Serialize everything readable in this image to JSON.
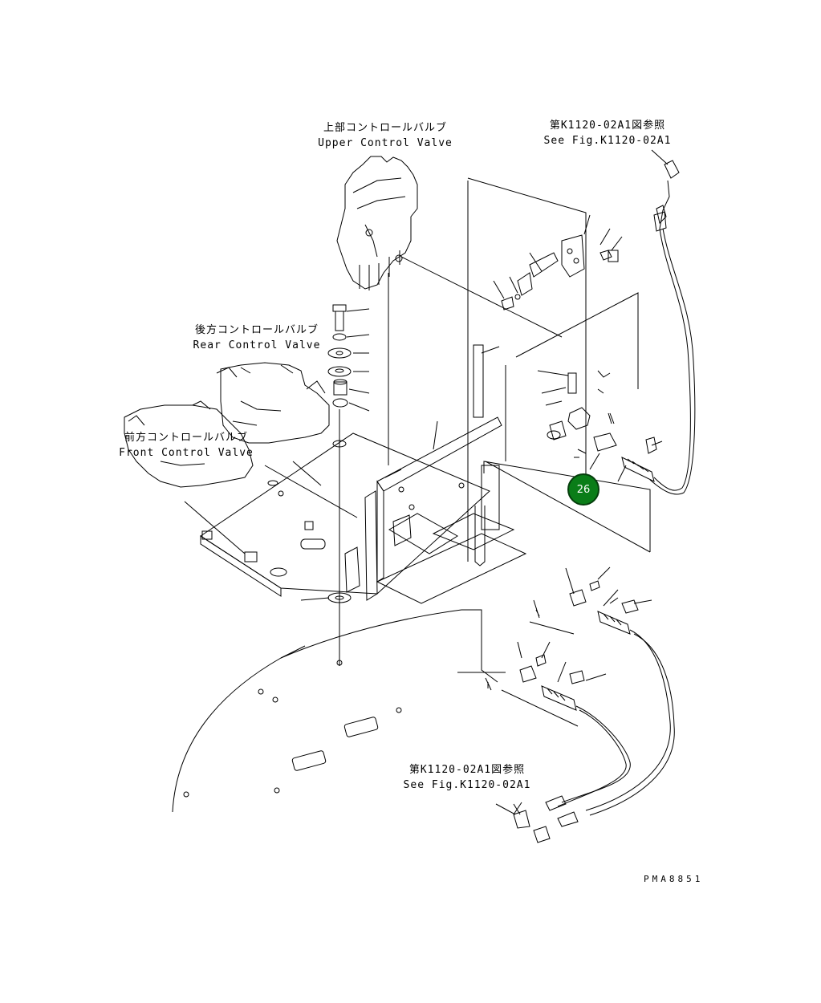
{
  "labels": {
    "upper_valve_jp": "上部コントロールバルブ",
    "upper_valve_en": "Upper Control Valve",
    "rear_valve_jp": "後方コントロールバルブ",
    "rear_valve_en": "Rear Control Valve",
    "front_valve_jp": "前方コントロールバルブ",
    "front_valve_en": "Front Control Valve",
    "see_fig_top_jp": "第K1120-02A1図参照",
    "see_fig_top_en": "See Fig.K1120-02A1",
    "see_fig_bottom_jp": "第K1120-02A1図参照",
    "see_fig_bottom_en": "See Fig.K1120-02A1"
  },
  "callout": {
    "number": "26",
    "color": "#0a7d18"
  },
  "drawing_code": "PMA8851"
}
